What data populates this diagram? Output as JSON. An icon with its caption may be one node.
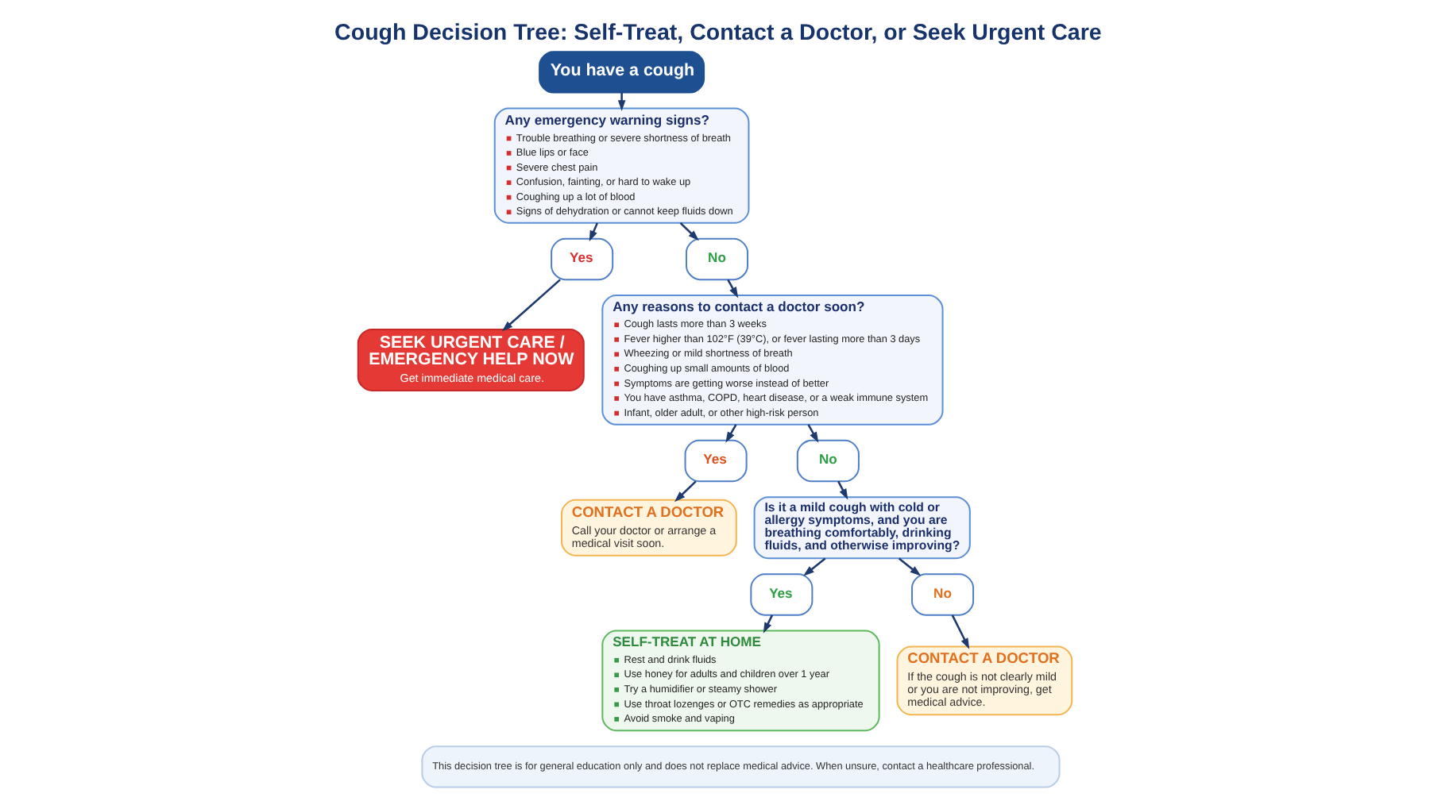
{
  "diagram": {
    "title": "Cough Decision Tree: Self-Treat, Contact a Doctor, or Seek Urgent Care",
    "nodes": [
      {
        "text": [
          "You have a cough"
        ]
      },
      {
        "text": [
          "Any emergency warning signs?",
          "Trouble breathing or severe shortness of breath",
          "Blue lips or face",
          "Severe chest pain",
          "Confusion, fainting, or hard to wake up",
          "Coughing up a lot of blood",
          "Signs of dehydration or cannot keep fluids down"
        ]
      },
      {
        "text": [
          "Yes"
        ]
      },
      {
        "text": [
          "SEEK URGENT CARE / EMERGENCY HELP NOW",
          "Get immediate medical care."
        ]
      },
      {
        "text": [
          "No"
        ]
      },
      {
        "text": [
          "Any reasons to contact a doctor soon?",
          "Cough lasts more than 3 weeks",
          "Fever higher than 102°F (39°C), or fever lasting more than 3 days",
          "Wheezing or mild shortness of breath",
          "Coughing up small amounts of blood",
          "Symptoms are getting worse instead of better",
          "You have asthma, COPD, heart disease, or a weak immune system",
          "Infant, older adult, or other high-risk person"
        ]
      },
      {
        "text": [
          "Yes"
        ]
      },
      {
        "text": [
          "CONTACT A DOCTOR",
          "Call your doctor or arrange a medical visit soon."
        ]
      },
      {
        "text": [
          "No"
        ]
      },
      {
        "text": [
          "Is it a mild cough with cold or allergy symptoms, and you are breathing comfortably, drinking fluids, and otherwise improving?"
        ]
      },
      {
        "text": [
          "Yes"
        ]
      },
      {
        "text": [
          "No"
        ]
      },
      {
        "text": [
          "SELF-TREAT AT HOME",
          "Rest and drink fluids",
          "Use honey for adults and children over 1 year",
          "Try a humidifier or steamy shower",
          "Use throat lozenges or OTC remedies as appropriate",
          "Avoid smoke and vaping"
        ]
      },
      {
        "text": [
          "CONTACT A DOCTOR",
          "If the cough is not clearly mild or you are not improving, get medical advice."
        ]
      },
      {
        "text": [
          "This decision tree is for general education only and does not replace medical advice. When unsure, contact a healthcare professional."
        ]
      }
    ],
    "edges": [
      {
        "from": 0,
        "to": 1,
        "arrow": "to"
      },
      {
        "from": 1,
        "to": 2,
        "arrow": "to"
      },
      {
        "from": 2,
        "to": 3,
        "arrow": "to"
      },
      {
        "from": 1,
        "to": 4,
        "arrow": "to"
      },
      {
        "from": 4,
        "to": 5,
        "arrow": "to"
      },
      {
        "from": 5,
        "to": 6,
        "arrow": "to"
      },
      {
        "from": 6,
        "to": 7,
        "arrow": "to"
      },
      {
        "from": 5,
        "to": 8,
        "arrow": "to"
      },
      {
        "from": 8,
        "to": 9,
        "arrow": "to"
      },
      {
        "from": 9,
        "to": 10,
        "arrow": "to"
      },
      {
        "from": 10,
        "to": 12,
        "arrow": "to"
      },
      {
        "from": 9,
        "to": 11,
        "arrow": "to"
      },
      {
        "from": 11,
        "to": 13,
        "arrow": "to"
      }
    ]
  }
}
